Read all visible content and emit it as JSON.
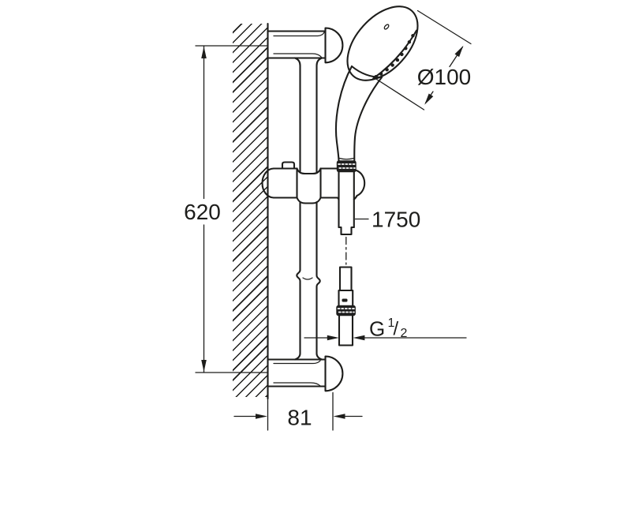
{
  "diagram": {
    "labels": {
      "rail_length": "620",
      "head_diameter": "Ø100",
      "hose_length": "1750",
      "thread_prefix": "G",
      "thread_numerator": "1",
      "thread_slash": "/",
      "thread_denominator": "2",
      "wall_offset": "81"
    },
    "colors": {
      "line": "#1d1d1b",
      "background": "#ffffff"
    }
  }
}
